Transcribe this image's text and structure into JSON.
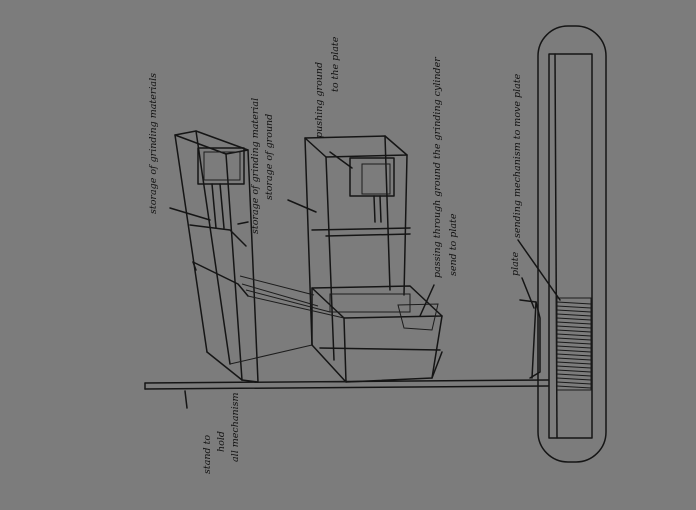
{
  "labels": {
    "storage_grinding_materials": "storage of grinding materials",
    "storage_grinding_material": "storage of grinding material",
    "storage_ground": "storage of ground",
    "pushing_ground": "pushing ground",
    "to_the_plate": "to the plate",
    "passing_through": "passing through ground the grinding cylinder",
    "send_to_plate": "send to plate",
    "plate": "plate",
    "sending_mechanism": "sending mechanism to move plate",
    "stand_to": "stand to",
    "hold": "hold",
    "all_mechanism": "all mechanism"
  }
}
